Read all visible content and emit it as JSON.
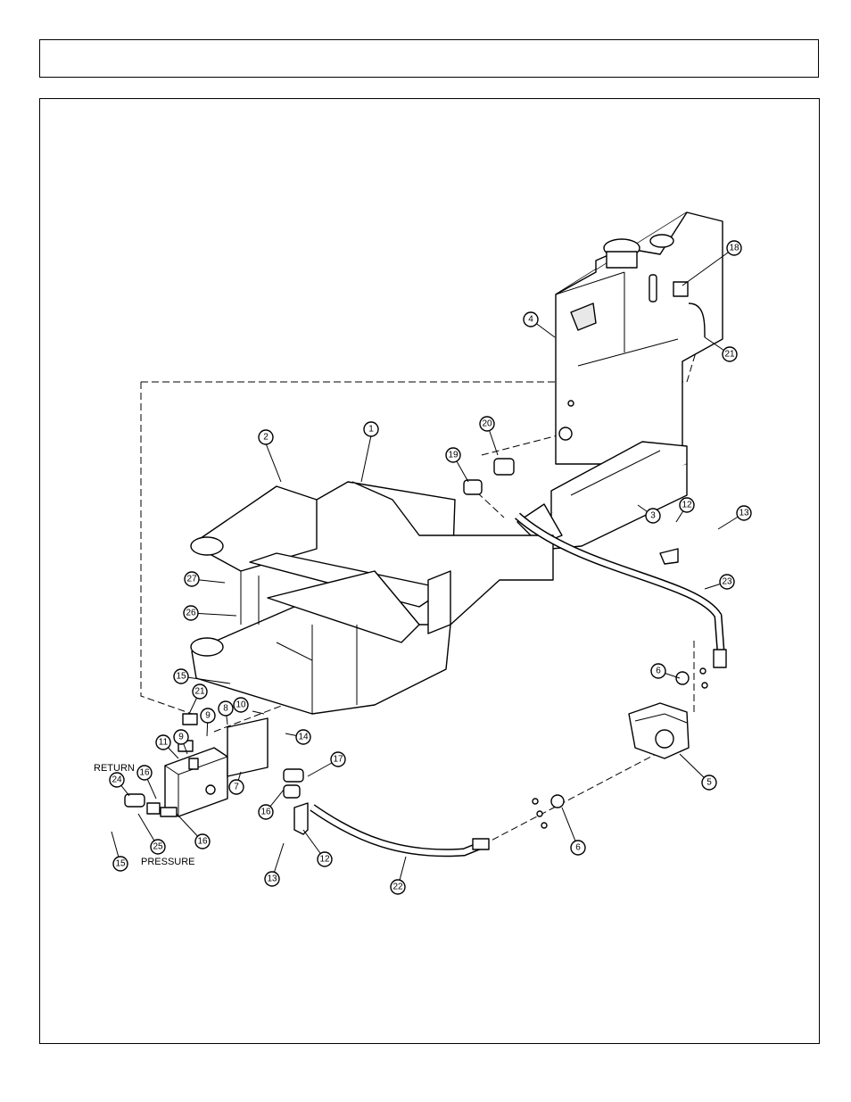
{
  "header": {
    "title": ""
  },
  "labels": {
    "return": "RETURN",
    "pressure": "PRESSURE"
  },
  "callouts": [
    {
      "id": "c1",
      "number": "1"
    },
    {
      "id": "c2",
      "number": "2"
    },
    {
      "id": "c3",
      "number": "3"
    },
    {
      "id": "c4",
      "number": "4"
    },
    {
      "id": "c5",
      "number": "5"
    },
    {
      "id": "c6a",
      "number": "6"
    },
    {
      "id": "c6b",
      "number": "6"
    },
    {
      "id": "c7",
      "number": "7"
    },
    {
      "id": "c8",
      "number": "8"
    },
    {
      "id": "c9a",
      "number": "9"
    },
    {
      "id": "c9b",
      "number": "9"
    },
    {
      "id": "c10",
      "number": "10"
    },
    {
      "id": "c11",
      "number": "11"
    },
    {
      "id": "c12a",
      "number": "12"
    },
    {
      "id": "c12b",
      "number": "12"
    },
    {
      "id": "c13a",
      "number": "13"
    },
    {
      "id": "c13b",
      "number": "13"
    },
    {
      "id": "c14",
      "number": "14"
    },
    {
      "id": "c15a",
      "number": "15"
    },
    {
      "id": "c15b",
      "number": "15"
    },
    {
      "id": "c16a",
      "number": "16"
    },
    {
      "id": "c16b",
      "number": "16"
    },
    {
      "id": "c16c",
      "number": "16"
    },
    {
      "id": "c17",
      "number": "17"
    },
    {
      "id": "c18",
      "number": "18"
    },
    {
      "id": "c19",
      "number": "19"
    },
    {
      "id": "c20",
      "number": "20"
    },
    {
      "id": "c21a",
      "number": "21"
    },
    {
      "id": "c21b",
      "number": "21"
    },
    {
      "id": "c22",
      "number": "22"
    },
    {
      "id": "c23",
      "number": "23"
    },
    {
      "id": "c24",
      "number": "24"
    },
    {
      "id": "c25",
      "number": "25"
    },
    {
      "id": "c26",
      "number": "26"
    },
    {
      "id": "c27",
      "number": "27"
    }
  ]
}
